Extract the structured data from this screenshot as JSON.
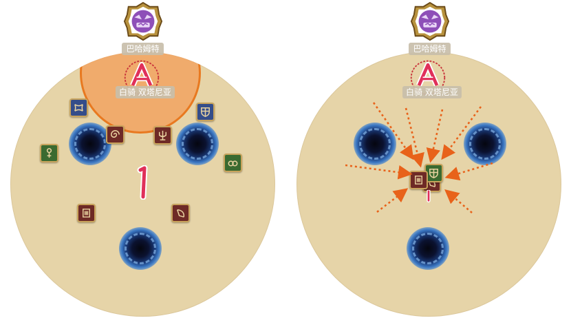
{
  "left_panel": {
    "boss_icon_label": "巴哈姆特",
    "tower_label": "白骑 双塔尼亚",
    "marker_icons": [
      "gear-rune",
      "spiral-rune",
      "trident-rune",
      "staff-rune",
      "ring-rune",
      "shield-rune",
      "book-rune",
      "bow-rune"
    ],
    "number_label": "1"
  },
  "right_panel": {
    "boss_icon_label": "巴哈姆特",
    "tower_label": "白骑 双塔尼亚",
    "marker_icons": [
      "shield-rune",
      "book-rune",
      "bow-rune"
    ]
  },
  "colors": {
    "arena": "#e6d4a8",
    "aoe_fill": "#f2a05c",
    "aoe_edge": "#e87920",
    "arrow": "#e8621a",
    "marker_red": "#6e2a26",
    "marker_blue": "#344d8a",
    "marker_green": "#3a6a30"
  }
}
